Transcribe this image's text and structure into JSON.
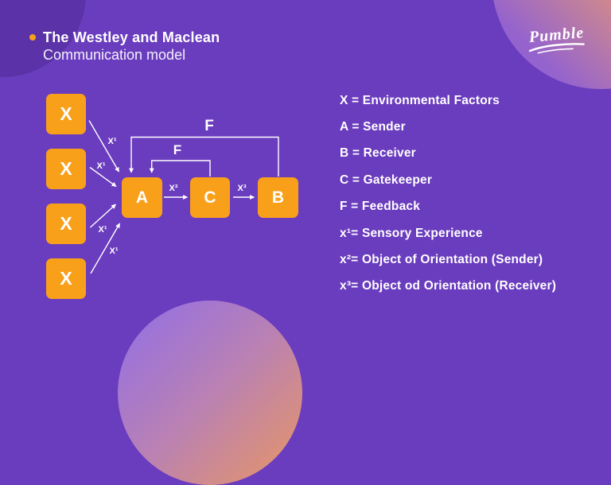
{
  "title": {
    "line1": "The Westley and Maclean",
    "line2": "Communication model"
  },
  "brand": {
    "logo_text": "Pumble"
  },
  "diagram": {
    "x_boxes": [
      {
        "label": "X"
      },
      {
        "label": "X"
      },
      {
        "label": "X"
      },
      {
        "label": "X"
      }
    ],
    "nodes": {
      "sender": "A",
      "gatekeeper": "C",
      "receiver": "B"
    },
    "arrow_labels": {
      "x1": "X¹",
      "x2": "X²",
      "x3": "X³",
      "feedback": "F"
    }
  },
  "legend": {
    "items": [
      {
        "text": "X = Environmental Factors"
      },
      {
        "text": "A = Sender"
      },
      {
        "text": "B = Receiver"
      },
      {
        "text": "C = Gatekeeper"
      },
      {
        "text": "F = Feedback"
      },
      {
        "text": "x¹= Sensory Experience"
      },
      {
        "text": "x²= Object of Orientation (Sender)"
      },
      {
        "text": "x³= Object od Orientation (Receiver)"
      }
    ]
  },
  "colors": {
    "background": "#6A3CBE",
    "corner_circle": "#5B32A7",
    "accent_orange": "#F9A01B",
    "text": "#FFFFFF",
    "gradient_orange": "#F8AB4B",
    "gradient_salmon": "#E1936F",
    "gradient_violet": "#9570E2"
  }
}
